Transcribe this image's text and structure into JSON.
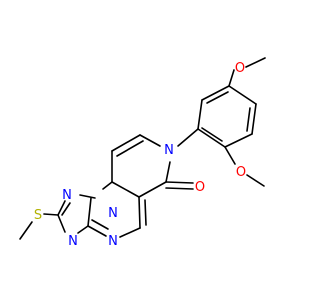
{
  "molecule": {
    "colors": {
      "bond": "#000000",
      "nitrogen": "#0000ff",
      "oxygen": "#ff0000",
      "sulfur": "#b2b200",
      "background": "#ffffff"
    },
    "labels": {
      "o_methoxy_top": "O",
      "o_methoxy_right": "O",
      "o_carbonyl": "O",
      "n_lactam": "N",
      "n_bridge": "N",
      "n_triazole_1": "N",
      "n_triazole_2": "N",
      "n_pyrimidine": "N",
      "s_thioether": "S"
    }
  }
}
